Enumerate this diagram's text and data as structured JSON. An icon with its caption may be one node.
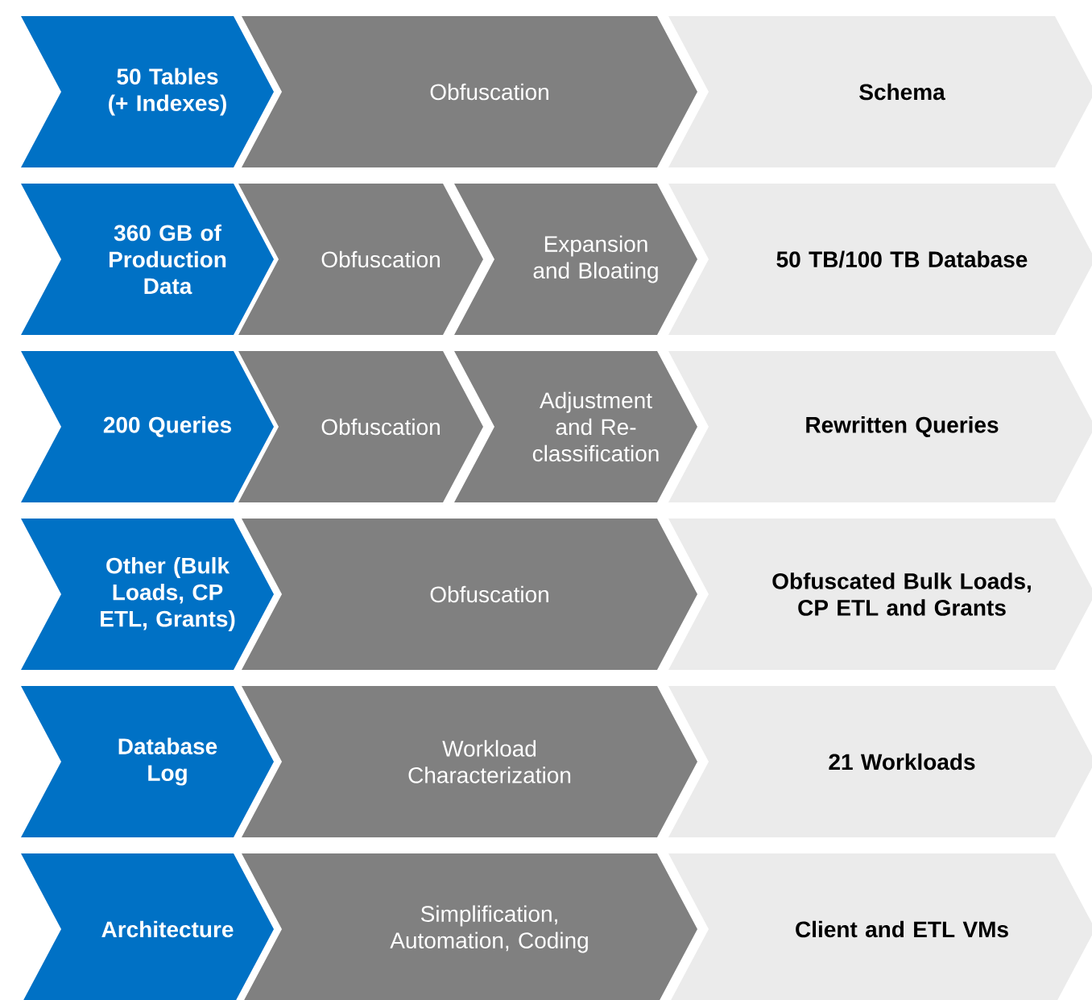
{
  "diagram": {
    "nodes": [
      {
        "text": [
          "50 Tables (+ Indexes)"
        ]
      },
      {
        "text": [
          "Obfuscation"
        ]
      },
      {
        "text": [
          "Schema"
        ]
      },
      {
        "text": [
          "360 GB of Production Data"
        ]
      },
      {
        "text": [
          "Obfuscation"
        ]
      },
      {
        "text": [
          "Expansion and Bloating"
        ]
      },
      {
        "text": [
          "50 TB/100 TB Database"
        ]
      },
      {
        "text": [
          "200 Queries"
        ]
      },
      {
        "text": [
          "Obfuscation"
        ]
      },
      {
        "text": [
          "Adjustment and Re-classification"
        ]
      },
      {
        "text": [
          "Rewritten Queries"
        ]
      },
      {
        "text": [
          "Other (Bulk Loads, CP ETL, Grants)"
        ]
      },
      {
        "text": [
          "Obfuscation"
        ]
      },
      {
        "text": [
          "Obfuscated Bulk Loads, CP ETL and Grants"
        ]
      },
      {
        "text": [
          "Database Log"
        ]
      },
      {
        "text": [
          "Workload Characterization"
        ]
      },
      {
        "text": [
          "21 Workloads"
        ]
      },
      {
        "text": [
          "Architecture"
        ]
      },
      {
        "text": [
          "Simplification, Automation, Coding"
        ]
      },
      {
        "text": [
          "Client and ETL VMs"
        ]
      }
    ]
  }
}
